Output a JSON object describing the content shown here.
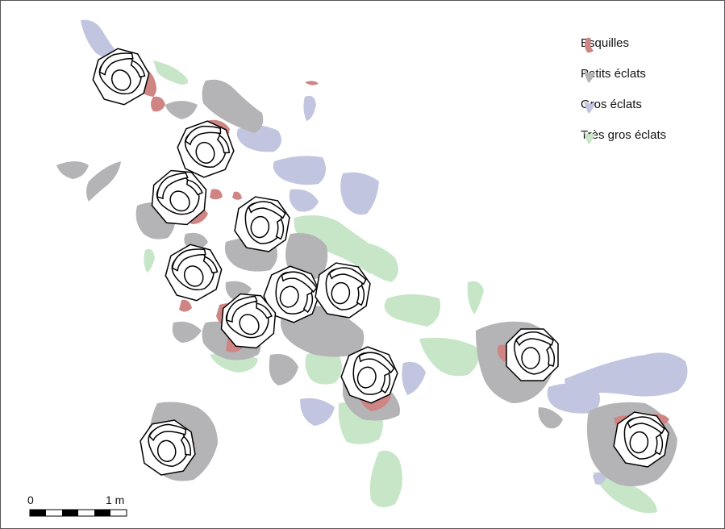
{
  "legend": {
    "items": [
      {
        "label": "Esquilles",
        "color": "#d08585",
        "icon": "crescent-swatch"
      },
      {
        "label": "Petits éclats",
        "color": "#b4b4b6",
        "icon": "chevron-swatch"
      },
      {
        "label": "Gros éclats",
        "color": "#c2c5df",
        "icon": "chevron-swatch"
      },
      {
        "label": "Très gros éclats",
        "color": "#c7e6c7",
        "icon": "chevron-swatch"
      }
    ]
  },
  "scale_bar": {
    "start_label": "0",
    "end_label": "1 m"
  },
  "colors": {
    "esquilles": "#d08585",
    "petits": "#b4b4b6",
    "gros": "#c2c5df",
    "tres_gros": "#c7e6c7",
    "outline": "#000000"
  },
  "knappers": {
    "count": 12,
    "icon": "seated-knapper-icon"
  }
}
